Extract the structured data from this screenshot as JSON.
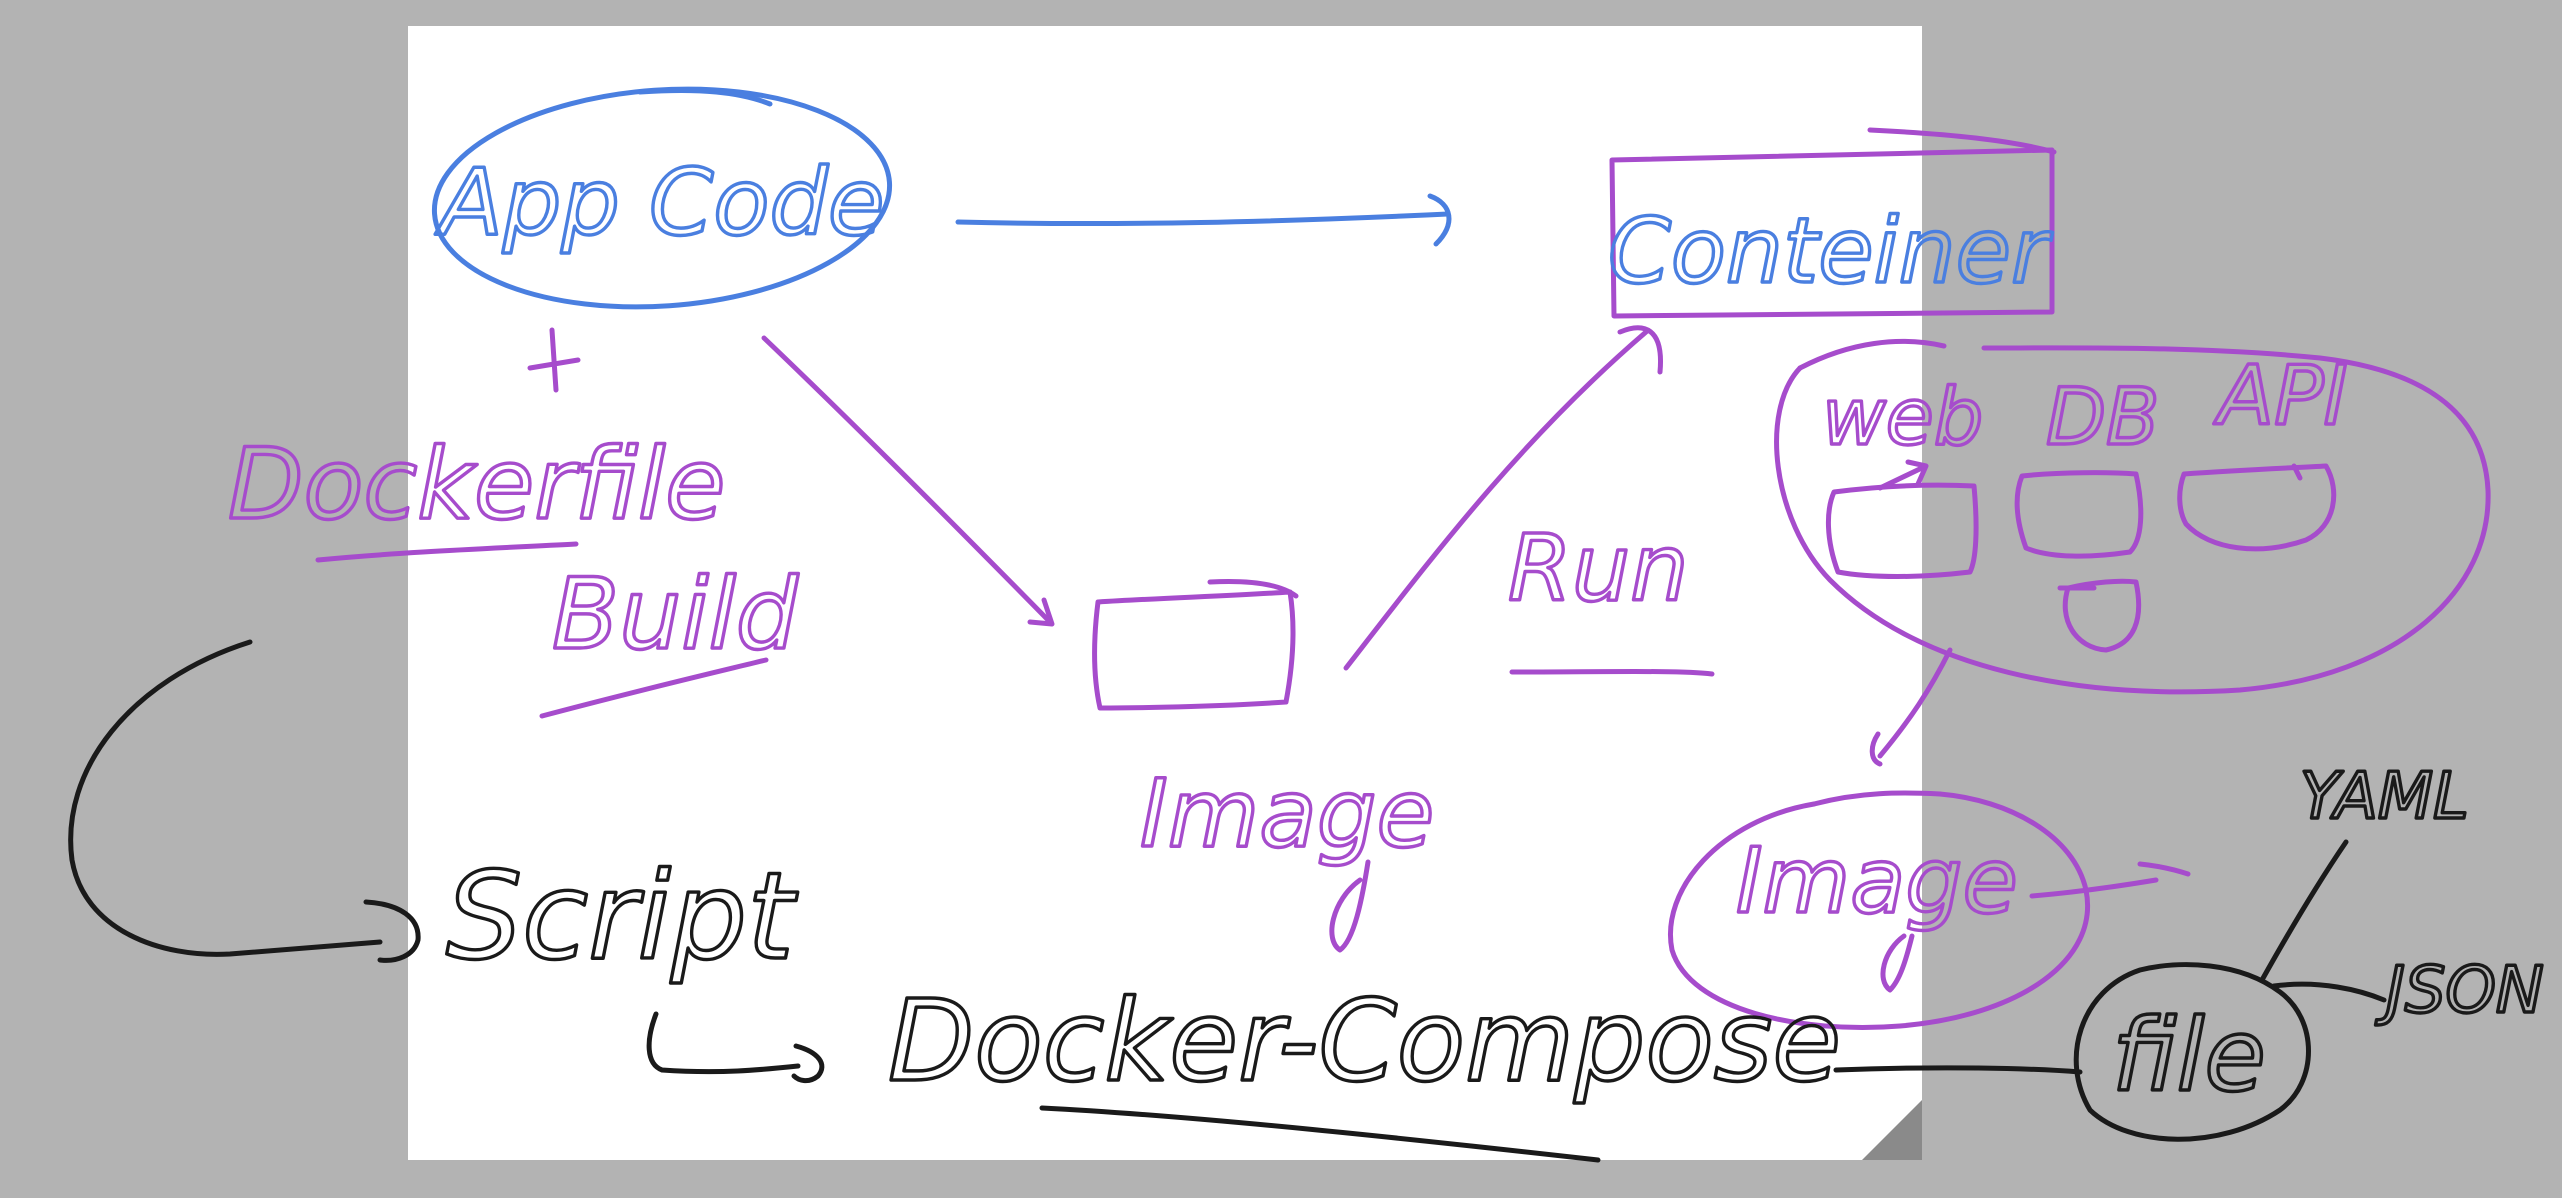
{
  "colors": {
    "background": "#b3b3b3",
    "page": "#ffffff",
    "blue_ink": "#4a7fe0",
    "purple_ink": "#a64ccc",
    "black_ink": "#1a1a1a",
    "page_curl": "#8a8a8a"
  },
  "labels": {
    "app_code": "App Code",
    "container": "Conteiner",
    "dockerfile": "Dockerfile",
    "build": "Build",
    "image_center": "Image",
    "run": "Run",
    "web": "web",
    "db": "DB",
    "api": "API",
    "image_right": "Image",
    "script": "Script",
    "docker_compose": "Docker-Compose",
    "file": "file",
    "yaml": "YAML",
    "json": "JSON"
  }
}
